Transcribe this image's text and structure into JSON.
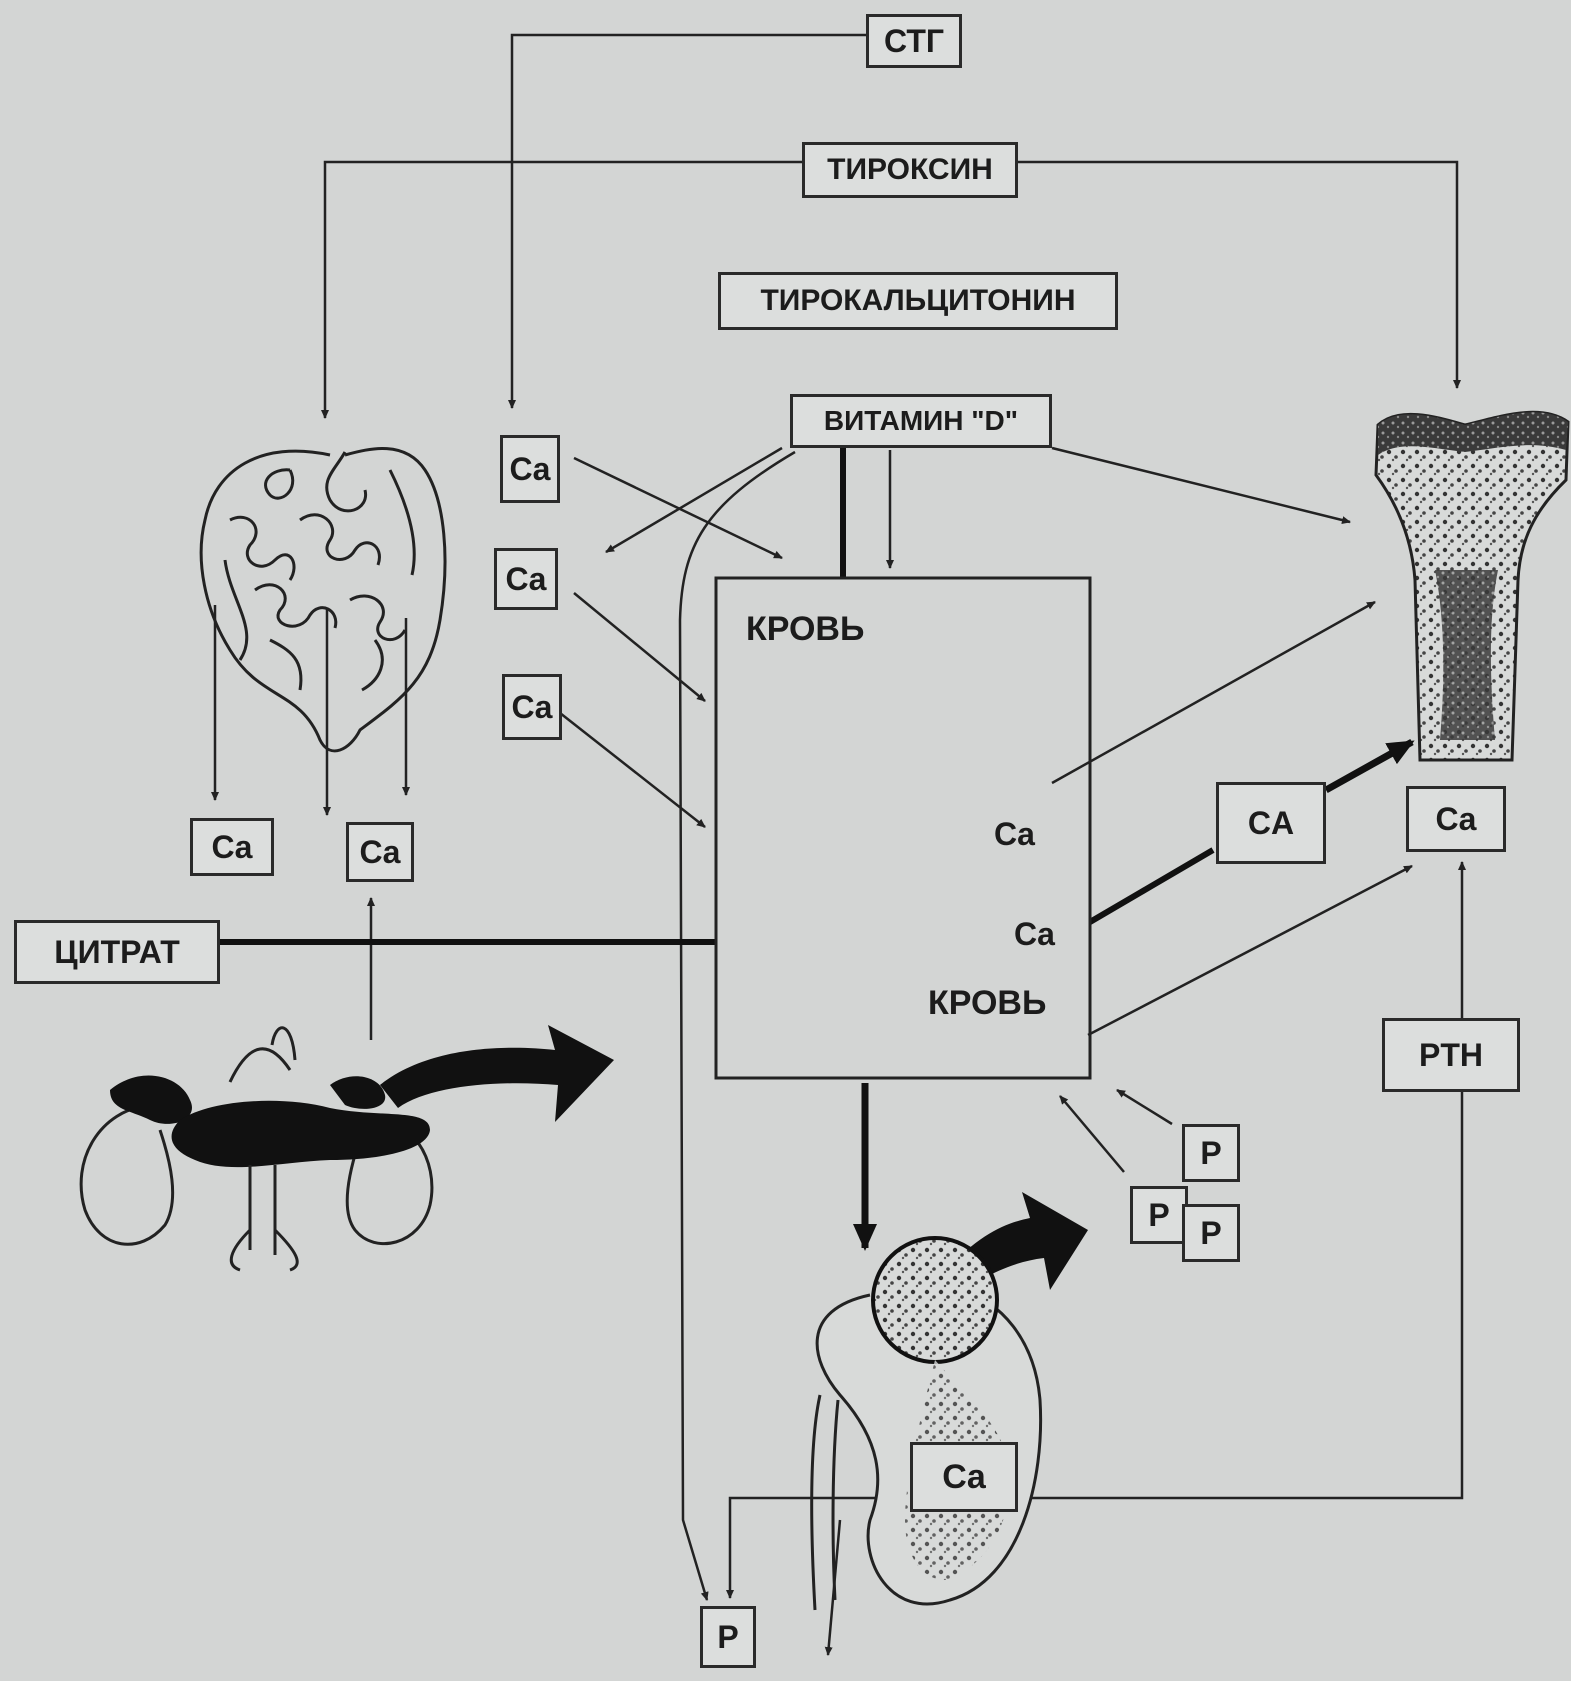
{
  "hormones": {
    "stg": "СТГ",
    "thyroxine": "ТИРОКСИН",
    "thyrocalcitonin": "ТИРОКАЛЬЦИТОНИН",
    "vitamin_d": "ВИТАМИН \"D\""
  },
  "blood": {
    "title_top": "КРОВЬ",
    "title_bottom": "КРОВЬ",
    "ca_upper": "Ca",
    "ca_lower": "Ca"
  },
  "left_side": {
    "ca_box_1": "Ca",
    "ca_box_2": "Ca",
    "ca_box_3": "Ca",
    "intestine_ca_left": "Ca",
    "intestine_ca_right": "Ca",
    "citrate": "ЦИТРАТ"
  },
  "right_side": {
    "ca_a": "CA",
    "bone_ca": "Ca",
    "pth": "PTH"
  },
  "phosphate": {
    "p1": "P",
    "p2": "P",
    "p3": "P",
    "p_bottom": "P"
  },
  "kidney": {
    "ca": "Ca"
  },
  "colors": {
    "background": "#d3d5d4",
    "ink": "#1c1c1c",
    "box_fill": "#dcdedd"
  },
  "icons": [
    "intestine-icon",
    "adrenal-kidney-icon",
    "bone-icon",
    "kidney-icon"
  ]
}
